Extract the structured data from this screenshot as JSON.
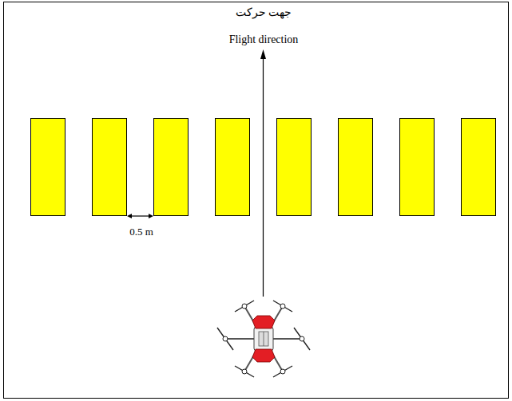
{
  "diagram": {
    "labels": [
      "جهت حرکت",
      "Flight direction",
      "0.5 m"
    ]
  }
}
